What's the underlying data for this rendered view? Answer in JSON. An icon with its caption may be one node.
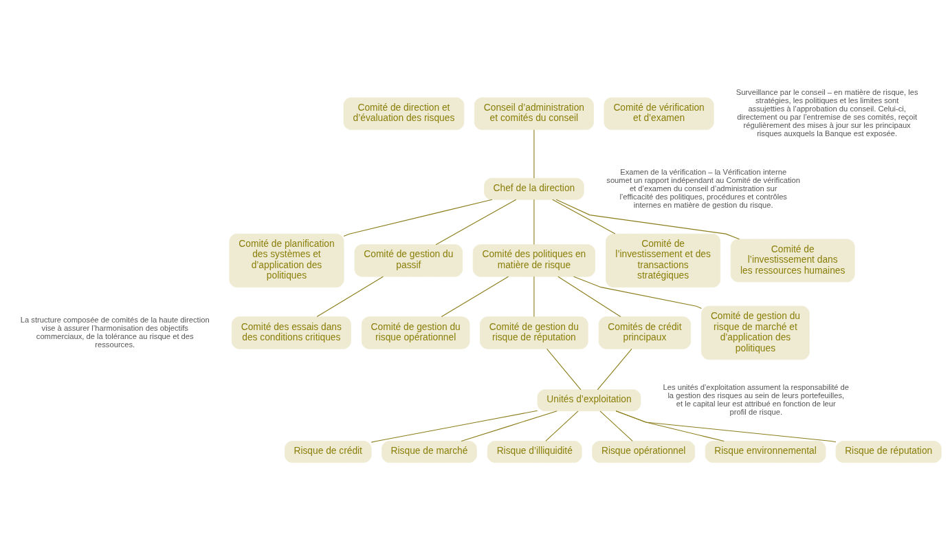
{
  "diagram": {
    "nodes": [
      {
        "text": [
          "Comité de direction et d’évaluation des risques"
        ]
      },
      {
        "text": [
          "Conseil d’administration et comités du conseil"
        ]
      },
      {
        "text": [
          "Comité de vérification et d’examen"
        ]
      },
      {
        "text": [
          "Chef de la direction"
        ]
      },
      {
        "text": [
          "Comité de planification des systèmes et d’application des politiques"
        ]
      },
      {
        "text": [
          "Comité de gestion du passif"
        ]
      },
      {
        "text": [
          "Comité des politiques en matière de risque"
        ]
      },
      {
        "text": [
          "Comité de l’investissement et des transactions stratégiques"
        ]
      },
      {
        "text": [
          "Comité de l’investissement dans les ressources humaines"
        ]
      },
      {
        "text": [
          "Comité des essais dans des conditions critiques"
        ]
      },
      {
        "text": [
          "Comités de crédit principaux"
        ]
      },
      {
        "text": [
          "Comité de gestion du risque de marché et d’application des politiques"
        ]
      },
      {
        "text": [
          "Comité de gestion du risque opérationnel"
        ]
      },
      {
        "text": [
          "Comité de gestion du risque de réputation"
        ]
      },
      {
        "text": [
          "Unités d’exploitation"
        ]
      },
      {
        "text": [
          "Risque de crédit"
        ]
      },
      {
        "text": [
          "Risque de marché"
        ]
      },
      {
        "text": [
          "Risque d’illiquidité"
        ]
      },
      {
        "text": [
          "Risque opérationnel"
        ]
      },
      {
        "text": [
          "Risque environnemental"
        ]
      },
      {
        "text": [
          "Risque de réputation"
        ]
      }
    ],
    "edges": [
      {
        "from": 1,
        "to": 3,
        "arrow": "none"
      },
      {
        "from": 3,
        "to": 4,
        "arrow": "none"
      },
      {
        "from": 3,
        "to": 5,
        "arrow": "none"
      },
      {
        "from": 3,
        "to": 6,
        "arrow": "none"
      },
      {
        "from": 3,
        "to": 7,
        "arrow": "none"
      },
      {
        "from": 3,
        "to": 8,
        "arrow": "none"
      },
      {
        "from": 5,
        "to": 9,
        "arrow": "none"
      },
      {
        "from": 6,
        "to": 10,
        "arrow": "none"
      },
      {
        "from": 6,
        "to": 11,
        "arrow": "none"
      },
      {
        "from": 6,
        "to": 12,
        "arrow": "none"
      },
      {
        "from": 6,
        "to": 13,
        "arrow": "none"
      },
      {
        "from": 10,
        "to": 14,
        "arrow": "none"
      },
      {
        "from": 13,
        "to": 14,
        "arrow": "none"
      },
      {
        "from": 14,
        "to": 15,
        "arrow": "none"
      },
      {
        "from": 14,
        "to": 16,
        "arrow": "none"
      },
      {
        "from": 14,
        "to": 17,
        "arrow": "none"
      },
      {
        "from": 14,
        "to": 18,
        "arrow": "none"
      },
      {
        "from": 14,
        "to": 19,
        "arrow": "none"
      },
      {
        "from": 14,
        "to": 20,
        "arrow": "none"
      }
    ],
    "labels": [
      "Surveillance par le conseil – en matière de risque, les stratégies, les politiques et les limites sont assujetties à l’approbation du conseil. Celui-ci, directement ou par l’entremise de ses comités, reçoit régulièrement des mises à jour sur les principaux risques auxquels la Banque est exposée.",
      "Examen de la vérification – la Vérification interne soumet un rapport indépendant au Comité de vérification et d’examen du conseil d’administration sur l’efficacité des politiques, procédures et contrôles internes en matière de gestion du risque.",
      "La structure composée de comités de la haute direction vise à assurer l’harmonisation des objectifs commerciaux, de la tolérance au risque et des ressources.",
      "Les unités d’exploitation assument la responsabilité de la gestion des risques au sein de leurs portefeuilles, et le capital leur est attribué en fonction de leur profil de risque."
    ]
  }
}
